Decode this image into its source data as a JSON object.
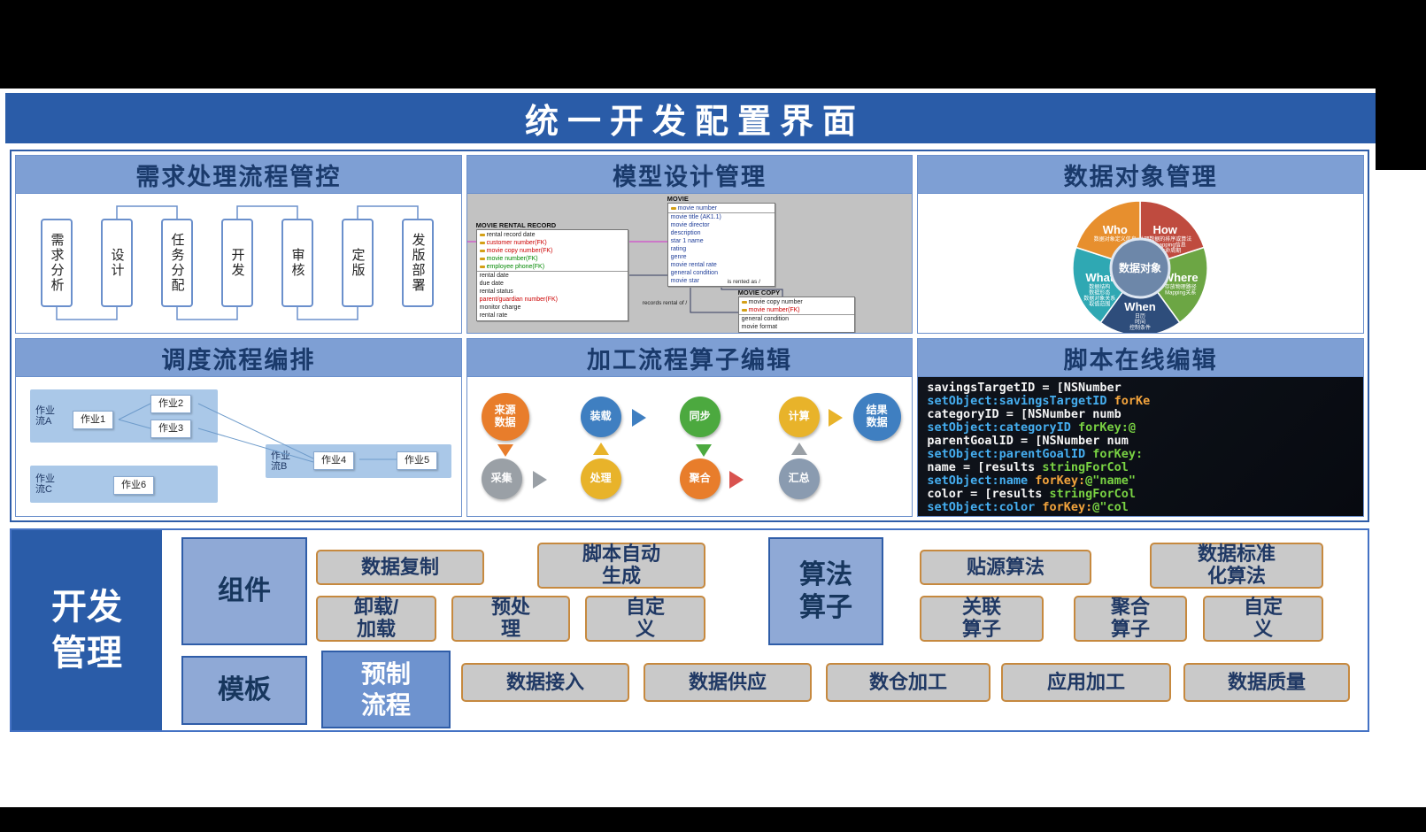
{
  "title": "统一开发配置界面",
  "requirements": {
    "title": "需求处理流程管控",
    "steps": [
      "需求分析",
      "设计",
      "任务分配",
      "开发",
      "审核",
      "定版",
      "发版部署"
    ]
  },
  "model": {
    "title": "模型设计管理",
    "tables": [
      {
        "name": "MOVIE RENTAL RECORD",
        "rows": [
          {
            "t": "rental record date",
            "k": true
          },
          {
            "t": "customer number(FK)",
            "k": true,
            "c": "red"
          },
          {
            "t": "movie copy number(FK)",
            "k": true,
            "c": "red"
          },
          {
            "t": "movie number(FK)",
            "k": true,
            "c": "green"
          },
          {
            "t": "employee phone(FK)",
            "k": true,
            "c": "green",
            "sep": true
          },
          {
            "t": "rental date"
          },
          {
            "t": "due date"
          },
          {
            "t": "rental status"
          },
          {
            "t": "parent/guardian number(FK)",
            "c": "red"
          },
          {
            "t": "monitor charge"
          },
          {
            "t": "rental rate"
          }
        ]
      },
      {
        "name": "MOVIE",
        "rows": [
          {
            "t": "movie number",
            "k": true,
            "sep": true
          },
          {
            "t": "movie title (AK1.1)"
          },
          {
            "t": "movie director"
          },
          {
            "t": "description"
          },
          {
            "t": "star 1 name"
          },
          {
            "t": "rating"
          },
          {
            "t": "genre"
          },
          {
            "t": "movie rental rate"
          },
          {
            "t": "general condition"
          },
          {
            "t": "movie star"
          }
        ]
      },
      {
        "name": "MOVIE COPY",
        "rows": [
          {
            "t": "movie copy number",
            "k": true
          },
          {
            "t": "movie number(FK)",
            "k": true,
            "c": "red",
            "sep": true
          },
          {
            "t": "general condition"
          },
          {
            "t": "movie format"
          }
        ]
      }
    ],
    "edge_labels": [
      "is rented as /",
      "records rental of /"
    ]
  },
  "data_object": {
    "title": "数据对象管理",
    "center": "数据对象",
    "segments": [
      {
        "name": "How",
        "color": "#bf4b3f",
        "desc": [
          "处理数据的排序或算法",
          "字段mapping信息",
          "数据生命周期"
        ]
      },
      {
        "name": "Where",
        "color": "#6ca644",
        "desc": [
          "存放物理路径",
          "Mapping关系"
        ]
      },
      {
        "name": "When",
        "color": "#2e4d7b",
        "desc": [
          "日历",
          "时间",
          "控制条件"
        ]
      },
      {
        "name": "What",
        "color": "#2fa8b3",
        "desc": [
          "数据结构",
          "数据形态",
          "数据对象关系",
          "取值范围"
        ]
      },
      {
        "name": "Who",
        "color": "#e78f2e",
        "desc": [
          "数据对象定义信息"
        ]
      }
    ]
  },
  "scheduling": {
    "title": "调度流程编排",
    "flows": [
      {
        "name": "作业流A",
        "jobs": [
          "作业1",
          "作业2",
          "作业3"
        ]
      },
      {
        "name": "作业流B",
        "jobs": [
          "作业4",
          "作业5"
        ]
      },
      {
        "name": "作业流C",
        "jobs": [
          "作业6"
        ]
      }
    ]
  },
  "processing": {
    "title": "加工流程算子编辑",
    "nodes": {
      "source": "来源数据",
      "load": "装载",
      "sync": "同步",
      "calc": "计算",
      "result": "结果数据",
      "collect": "采集",
      "process": "处理",
      "aggregate": "聚合",
      "total": "汇总"
    }
  },
  "script": {
    "title": "脚本在线编辑",
    "code": [
      [
        {
          "t": "savingsTargetID = [NSNumber",
          "c": "w"
        }
      ],
      [
        {
          "t": "setObject:savingsTargetID ",
          "c": "b"
        },
        {
          "t": "forKe",
          "c": "o"
        }
      ],
      [
        {
          "t": "categoryID = [NSNumber numb",
          "c": "w"
        }
      ],
      [
        {
          "t": "setObject:categoryID ",
          "c": "b"
        },
        {
          "t": "forKey:@",
          "c": "g"
        }
      ],
      [
        {
          "t": "parentGoalID = [NSNumber num",
          "c": "w"
        }
      ],
      [
        {
          "t": "setObject:parentGoalID ",
          "c": "b"
        },
        {
          "t": "forKey:",
          "c": "g"
        }
      ],
      [
        {
          "t": "name = [results ",
          "c": "w"
        },
        {
          "t": "stringForCol",
          "c": "g"
        }
      ],
      [
        {
          "t": "setObject:name ",
          "c": "b"
        },
        {
          "t": "forKey:",
          "c": "o"
        },
        {
          "t": "@\"name\"",
          "c": "g"
        }
      ],
      [
        {
          "t": "color = [results ",
          "c": "w"
        },
        {
          "t": "stringForCol",
          "c": "g"
        }
      ],
      [
        {
          "t": "setObject:color ",
          "c": "b"
        },
        {
          "t": "forKey:",
          "c": "o"
        },
        {
          "t": "@\"col",
          "c": "g"
        }
      ]
    ]
  },
  "dev_section": {
    "label": "开发管理",
    "component_group": {
      "label": "组件",
      "buttons": [
        "数据复制",
        "脚本自动生成",
        "卸载/加载",
        "预处理",
        "自定义"
      ]
    },
    "algorithm_group": {
      "label": "算法算子",
      "buttons": [
        "贴源算法",
        "数据标准化算法",
        "关联算子",
        "聚合算子",
        "自定义"
      ]
    },
    "template_group": {
      "label": "模板",
      "preset": "预制流程",
      "buttons": [
        "数据接入",
        "数据供应",
        "数仓加工",
        "应用加工",
        "数据质量"
      ]
    }
  },
  "colors": {
    "primary_blue": "#2a5ca8",
    "panel_header_blue": "#7e9fd4",
    "group_label_blue": "#8fa9d6",
    "button_gray": "#c9c9c9",
    "button_border_orange": "#c6893f"
  }
}
